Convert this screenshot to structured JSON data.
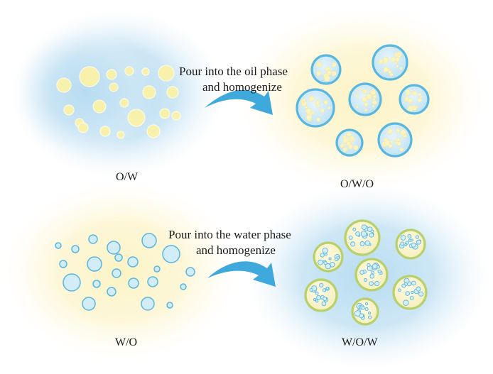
{
  "diagram": {
    "top": {
      "source_label": "O/W",
      "process_line1": "Pour into the oil phase",
      "process_line2": "and homogenize",
      "result_label": "O/W/O"
    },
    "bottom": {
      "source_label": "W/O",
      "process_line1": "Pour into the water phase",
      "process_line2": "and homogenize",
      "result_label": "W/O/W"
    }
  },
  "colors": {
    "water_phase": "#c6e3f3",
    "oil_phase": "#fbf3c8",
    "oil_droplet": "#fbf2a8",
    "water_droplet": "#d2ecf8",
    "droplet_outline_blue": "#59b6df",
    "droplet_outline_green": "#b7d06a",
    "arrow": "#3fa9dc"
  }
}
